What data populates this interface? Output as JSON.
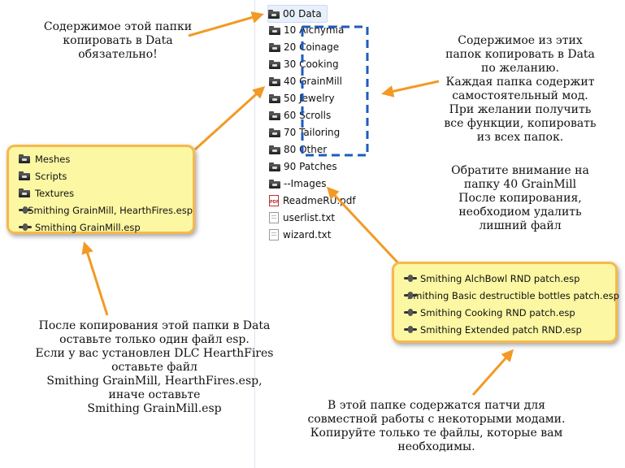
{
  "explorer": {
    "items": [
      {
        "label": "00 Data",
        "type": "folder",
        "selected": true
      },
      {
        "label": "10 Alchymia",
        "type": "folder"
      },
      {
        "label": "20 Coinage",
        "type": "folder"
      },
      {
        "label": "30 Cooking",
        "type": "folder"
      },
      {
        "label": "40 GrainMill",
        "type": "folder"
      },
      {
        "label": "50 Jewelry",
        "type": "folder"
      },
      {
        "label": "60 Scrolls",
        "type": "folder"
      },
      {
        "label": "70 Tailoring",
        "type": "folder"
      },
      {
        "label": "80 Other",
        "type": "folder"
      },
      {
        "label": "90 Patches",
        "type": "folder"
      },
      {
        "label": "--Images",
        "type": "folder"
      },
      {
        "label": "ReadmeRU.pdf",
        "type": "pdf"
      },
      {
        "label": "userlist.txt",
        "type": "txt"
      },
      {
        "label": "wizard.txt",
        "type": "txt"
      }
    ]
  },
  "data_panel": {
    "items": [
      {
        "label": "Meshes",
        "type": "folder"
      },
      {
        "label": "Scripts",
        "type": "folder"
      },
      {
        "label": "Textures",
        "type": "folder"
      },
      {
        "label": "Smithing GrainMill, HearthFires.esp",
        "type": "esp"
      },
      {
        "label": "Smithing GrainMill.esp",
        "type": "esp"
      }
    ]
  },
  "patches_panel": {
    "items": [
      {
        "label": "Smithing AlchBowl RND patch.esp",
        "type": "esp"
      },
      {
        "label": "Smithing Basic destructible bottles patch.esp",
        "type": "esp"
      },
      {
        "label": "Smithing Cooking RND patch.esp",
        "type": "esp"
      },
      {
        "label": "Smithing Extended patch RND.esp",
        "type": "esp"
      }
    ]
  },
  "notes": {
    "data_required": "Содержимое этой папки\nкопировать в Data\nобязательно!",
    "optional": "Содержимое из этих\nпапок копировать в Data\nпо желанию.\nКаждая папка содержит\nсамостоятельный мод.\nПри желании получить\nвсе функции, копировать\nиз всех папок.",
    "grainmill": "Обратите внимание на\nпапку 40 GrainMill\nПосле копирования,\nнеобходиом удалить\nлишний файл",
    "after_copy": "После копирования этой папки в Data\nоставьте только один файл esp.\nЕсли у вас установлен DLC HearthFires\nоставьте файл\nSmithing GrainMill, HearthFires.esp,\nиначе оставьте\nSmithing GrainMill.esp",
    "patches": "В этой папке содержатся патчи для\nсовместной работы с некоторыми модами.\nКопируйте только те файлы, которые вам\nнеобходимы."
  },
  "colors": {
    "panel_fill": "#fbf7a2",
    "panel_border": "#f7b94a",
    "arrow": "#f29a25",
    "dashed_box": "#1e5bbf"
  }
}
